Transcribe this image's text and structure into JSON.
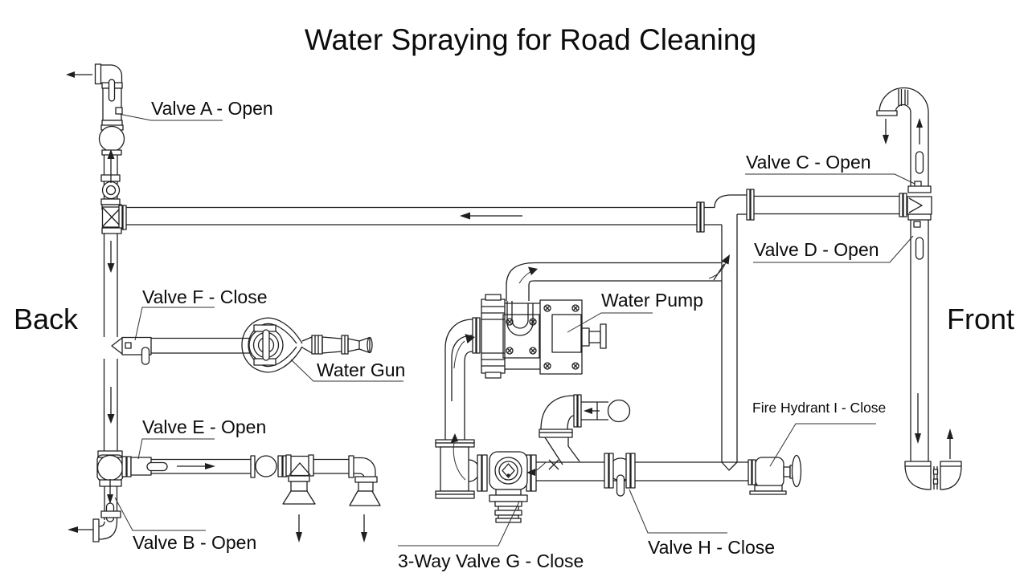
{
  "title": "Water Spraying for Road Cleaning",
  "orientation": {
    "back_label": "Back",
    "front_label": "Front"
  },
  "labels": {
    "valve_a": "Valve A - Open",
    "valve_b": "Valve B - Open",
    "valve_c": "Valve C - Open",
    "valve_d": "Valve D - Open",
    "valve_e": "Valve E - Open",
    "valve_f": "Valve F - Close",
    "three_way_valve_g": "3-Way Valve G - Close",
    "valve_h": "Valve H - Close",
    "fire_hydrant_i": "Fire Hydrant I - Close",
    "water_pump": "Water Pump",
    "water_gun": "Water Gun"
  },
  "colors": {
    "line": "#1f1f1f",
    "background": "#ffffff"
  }
}
